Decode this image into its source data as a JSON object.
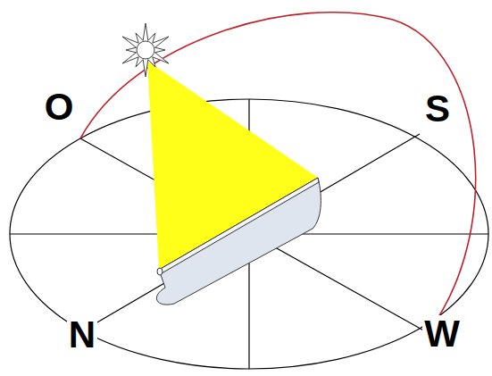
{
  "diagram": {
    "labels": [
      "O",
      "S",
      "N",
      "W"
    ]
  }
}
